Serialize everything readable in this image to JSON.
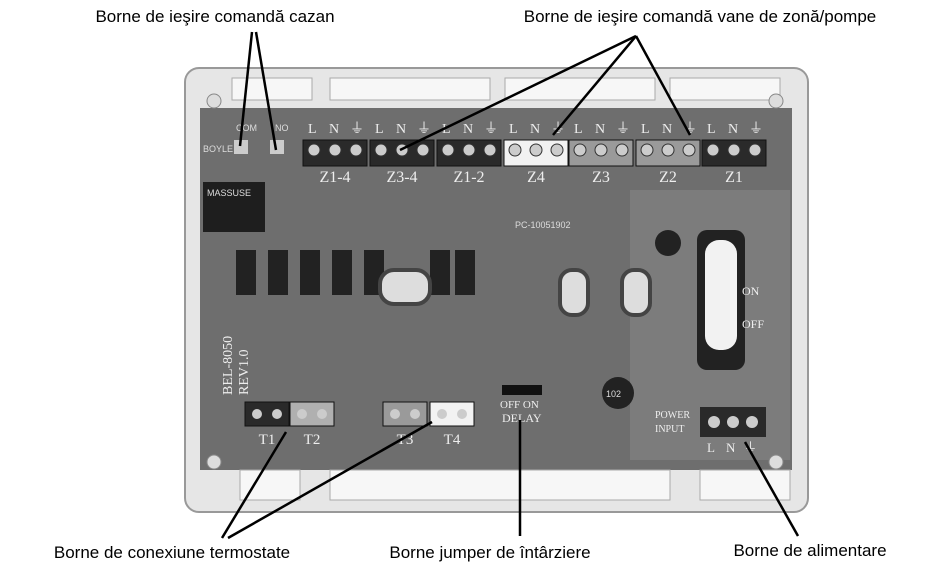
{
  "captions": {
    "boiler_output": "Borne de ieşire comandă cazan",
    "zone_output": "Borne de ieşire comandă vane de zonă/pompe",
    "thermostats": "Borne de conexiune termostate",
    "delay_jumper": "Borne jumper de întârziere",
    "power": "Borne de alimentare"
  },
  "board": {
    "brand": "BOYLE",
    "com": "COM",
    "no": "NO",
    "relay": "MASSUSE",
    "model": "BEL-8050",
    "rev": "REV1.0",
    "part": "PC-10051902",
    "power_label_1": "POWER",
    "power_label_2": "INPUT",
    "jumper_off_on": "OFF ON",
    "jumper_delay": "DELAY",
    "switch_on": "ON",
    "switch_off": "OFF",
    "inductor": "102",
    "terminal_letters": [
      "L",
      "N",
      "⏚"
    ],
    "zone_terminals": [
      "Z1-4",
      "Z3-4",
      "Z1-2",
      "Z4",
      "Z3",
      "Z2",
      "Z1"
    ],
    "thermostat_terminals": [
      "T1",
      "T2",
      "T3",
      "T4"
    ]
  },
  "colors": {
    "pcb": "#6e6e6e",
    "case": "#e4e4e4",
    "black_block": "#2a2a2a",
    "white_block": "#f2f2f2",
    "gray_block": "#9a9a9a"
  }
}
